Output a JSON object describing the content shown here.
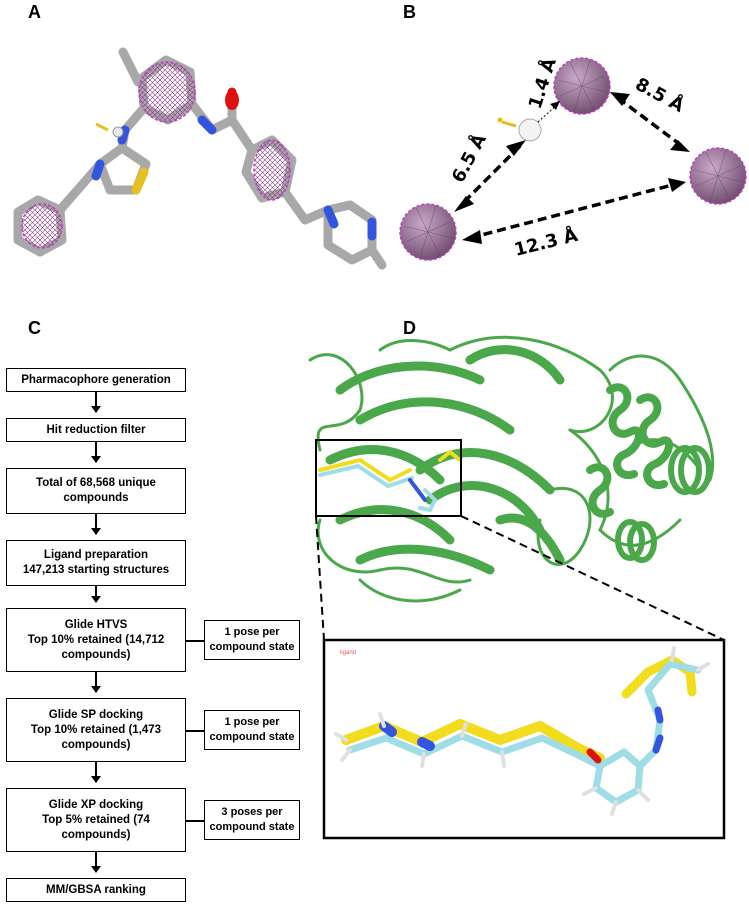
{
  "panels": {
    "a": "A",
    "b": "B",
    "c": "C",
    "d": "D"
  },
  "pharmacophore": {
    "distances": [
      {
        "id": "d1",
        "text": "1.4 Å"
      },
      {
        "id": "d2",
        "text": "6.5 Å"
      },
      {
        "id": "d3",
        "text": "8.5 Å"
      },
      {
        "id": "d4",
        "text": "12.3 Å"
      }
    ]
  },
  "workflow": {
    "steps": [
      "Pharmacophore generation",
      "Hit reduction filter",
      "Total of 68,568 unique\ncompounds",
      "Ligand preparation\n147,213 starting structures",
      "Glide HTVS\nTop 10% retained (14,712\ncompounds)",
      "Glide SP docking\nTop 10% retained (1,473\ncompounds)",
      "Glide XP docking\nTop 5% retained (74\ncompounds)",
      "MM/GBSA ranking"
    ],
    "notes": [
      "1 pose per\ncompound state",
      "1 pose per\ncompound state",
      "3 poses per\ncompound state"
    ]
  },
  "colors": {
    "sphere": "#c040c0",
    "bond": "#a8a8a8",
    "nitrogen": "#3355dd",
    "sulfur": "#e6c020",
    "oxygen": "#dd1111",
    "protein": "#4aa84a",
    "ligand_yellow": "#f2dc1e",
    "ligand_cyan": "#9fdde6"
  }
}
